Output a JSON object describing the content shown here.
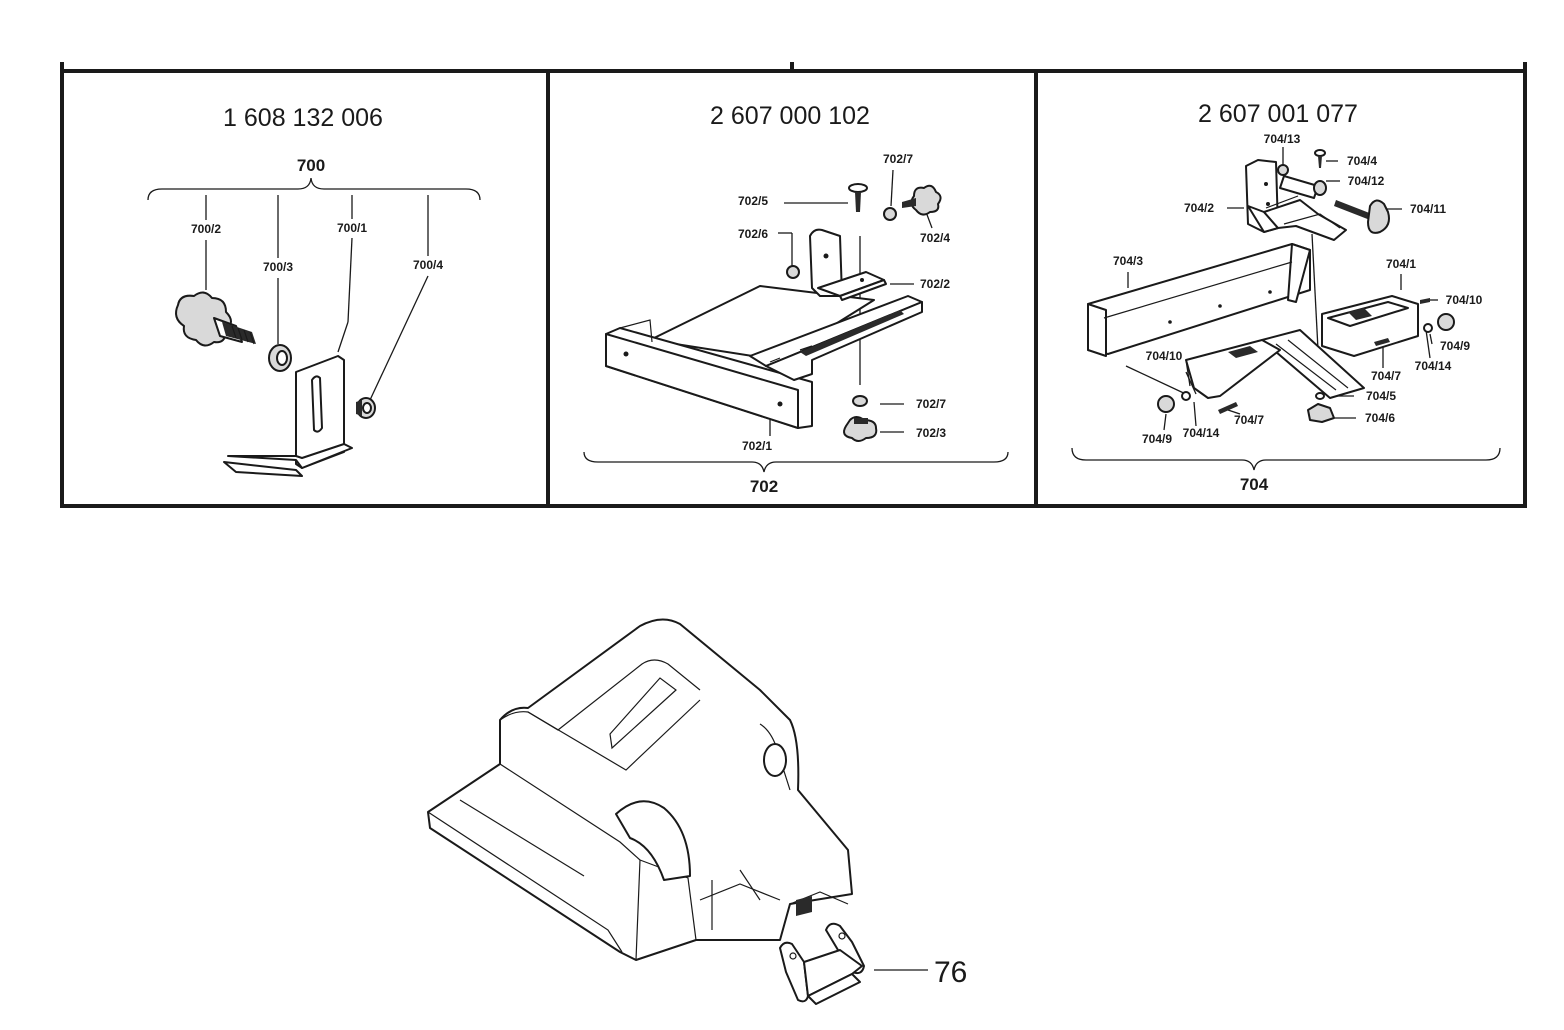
{
  "panels": [
    {
      "part_number": "1 608 132 006",
      "group_label": "700",
      "callouts": [
        "700/2",
        "700/3",
        "700/1",
        "700/4"
      ]
    },
    {
      "part_number": "2 607 000 102",
      "group_label": "702",
      "callouts": [
        "702/7",
        "702/5",
        "702/6",
        "702/4",
        "702/2",
        "702/7",
        "702/3",
        "702/1"
      ]
    },
    {
      "part_number": "2 607 001 077",
      "group_label": "704",
      "callouts": [
        "704/13",
        "704/4",
        "704/12",
        "704/2",
        "704/11",
        "704/3",
        "704/1",
        "704/10",
        "704/9",
        "704/14",
        "704/7",
        "704/10",
        "704/5",
        "704/6",
        "704/9",
        "704/14",
        "704/7"
      ]
    }
  ],
  "main_part": {
    "callout": "76"
  }
}
